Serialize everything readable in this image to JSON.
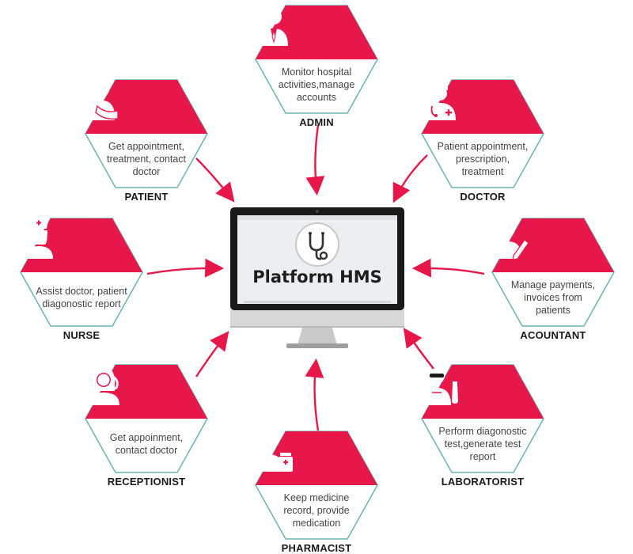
{
  "platform": {
    "title": "Platform HMS",
    "icon": "stethoscope-icon"
  },
  "colors": {
    "accent": "#e8174a",
    "border": "#6bb3b3",
    "text": "#444444"
  },
  "roles": [
    {
      "key": "admin",
      "label": "ADMIN",
      "description": "Monitor hospital activities,manage accounts",
      "icon": "admin-icon"
    },
    {
      "key": "patient",
      "label": "PATIENT",
      "description": "Get appointment, treatment, contact doctor",
      "icon": "patient-icon"
    },
    {
      "key": "doctor",
      "label": "DOCTOR",
      "description": "Patient appointment, prescription, treatment",
      "icon": "doctor-icon"
    },
    {
      "key": "nurse",
      "label": "NURSE",
      "description": "Assist doctor, patient diagonostic report",
      "icon": "nurse-icon"
    },
    {
      "key": "accountant",
      "label": "ACOUNTANT",
      "description": "Manage payments, invoices from patients",
      "icon": "accountant-icon"
    },
    {
      "key": "receptionist",
      "label": "RECEPTIONIST",
      "description": "Get appoinment, contact doctor",
      "icon": "receptionist-icon"
    },
    {
      "key": "laboratorist",
      "label": "LABORATORIST",
      "description": "Perform diagonostic test,generate test report",
      "icon": "laboratorist-icon"
    },
    {
      "key": "pharmacist",
      "label": "PHARMACIST",
      "description": "Keep medicine record, provide medication",
      "icon": "pharmacist-icon"
    }
  ]
}
